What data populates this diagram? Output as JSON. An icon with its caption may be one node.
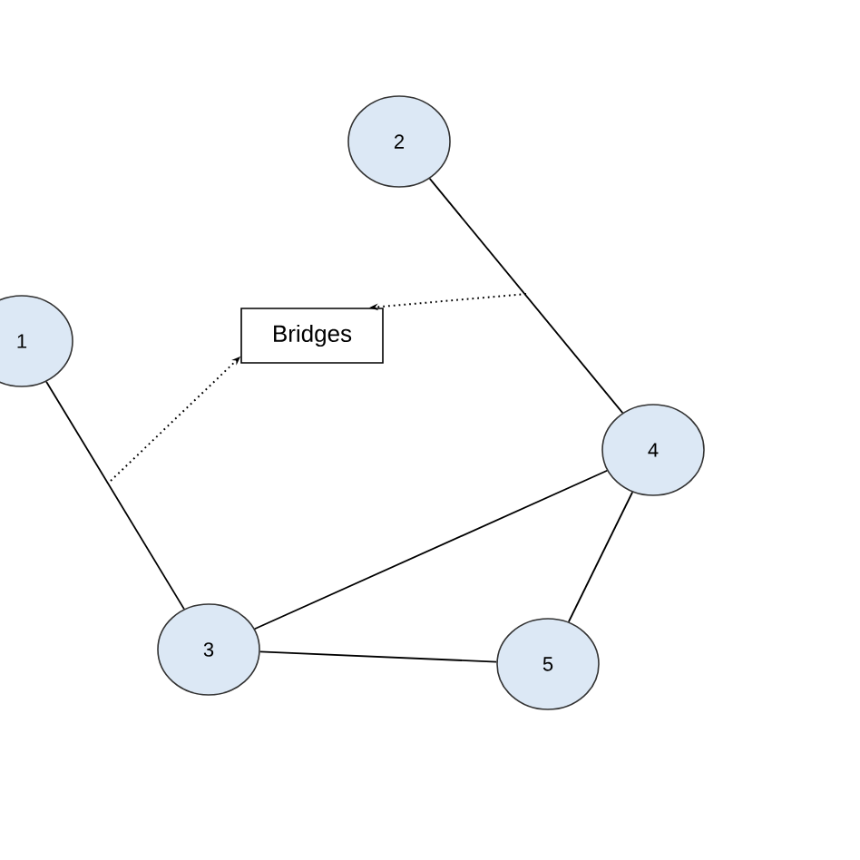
{
  "diagram": {
    "nodes": [
      {
        "text": [
          "1"
        ]
      },
      {
        "text": [
          "2"
        ]
      },
      {
        "text": [
          "3"
        ]
      },
      {
        "text": [
          "4"
        ]
      },
      {
        "text": [
          "5"
        ]
      },
      {
        "text": [
          "Bridges"
        ]
      }
    ],
    "edges": [
      {
        "from": 0,
        "to": 2,
        "arrow": "none"
      },
      {
        "from": 1,
        "to": 3,
        "arrow": "none"
      },
      {
        "from": 2,
        "to": 3,
        "arrow": "none"
      },
      {
        "from": 2,
        "to": 4,
        "arrow": "none"
      },
      {
        "from": 3,
        "to": 4,
        "arrow": "none"
      },
      {
        "from": null,
        "to": 5,
        "arrow": "to",
        "style": "dashed"
      },
      {
        "from": null,
        "to": 5,
        "arrow": "to",
        "style": "dashed"
      }
    ]
  }
}
